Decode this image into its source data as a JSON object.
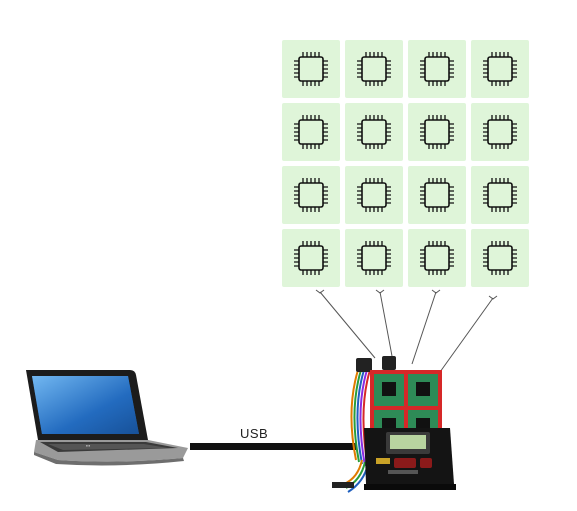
{
  "diagram": {
    "connection_label": "USB",
    "chip_grid": {
      "rows": 4,
      "cols": 4
    },
    "nodes": [
      {
        "id": "laptop",
        "icon": "laptop-icon"
      },
      {
        "id": "programmer",
        "icon": "gang-programmer-icon"
      },
      {
        "id": "chips",
        "icon": "microchip-icon"
      }
    ],
    "colors": {
      "chip_cell_bg": "#dff5d9",
      "chip_stroke": "#111111",
      "usb_cable": "#111111",
      "programmer_body": "#d62828",
      "programmer_board": "#2e8b57"
    }
  }
}
